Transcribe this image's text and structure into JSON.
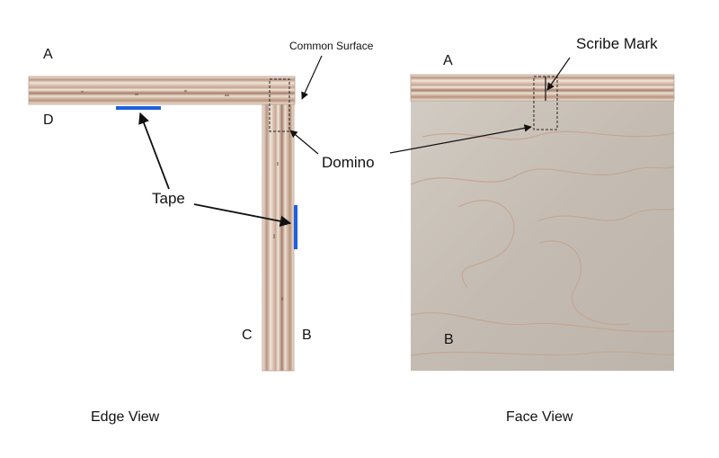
{
  "edge_view": {
    "caption": "Edge View",
    "label_a": "A",
    "label_d": "D",
    "label_c": "C",
    "label_b": "B",
    "common_surface": "Common Surface",
    "tape": "Tape"
  },
  "face_view": {
    "caption": "Face View",
    "label_a": "A",
    "label_b": "B",
    "scribe_mark": "Scribe Mark"
  },
  "domino": "Domino",
  "colors": {
    "tape": "#1f5fe0",
    "ply_light": "#e9ddd0",
    "ply_dark": "#a77f6a",
    "face_wood": "#c9c1b8",
    "arrow": "#111111"
  }
}
